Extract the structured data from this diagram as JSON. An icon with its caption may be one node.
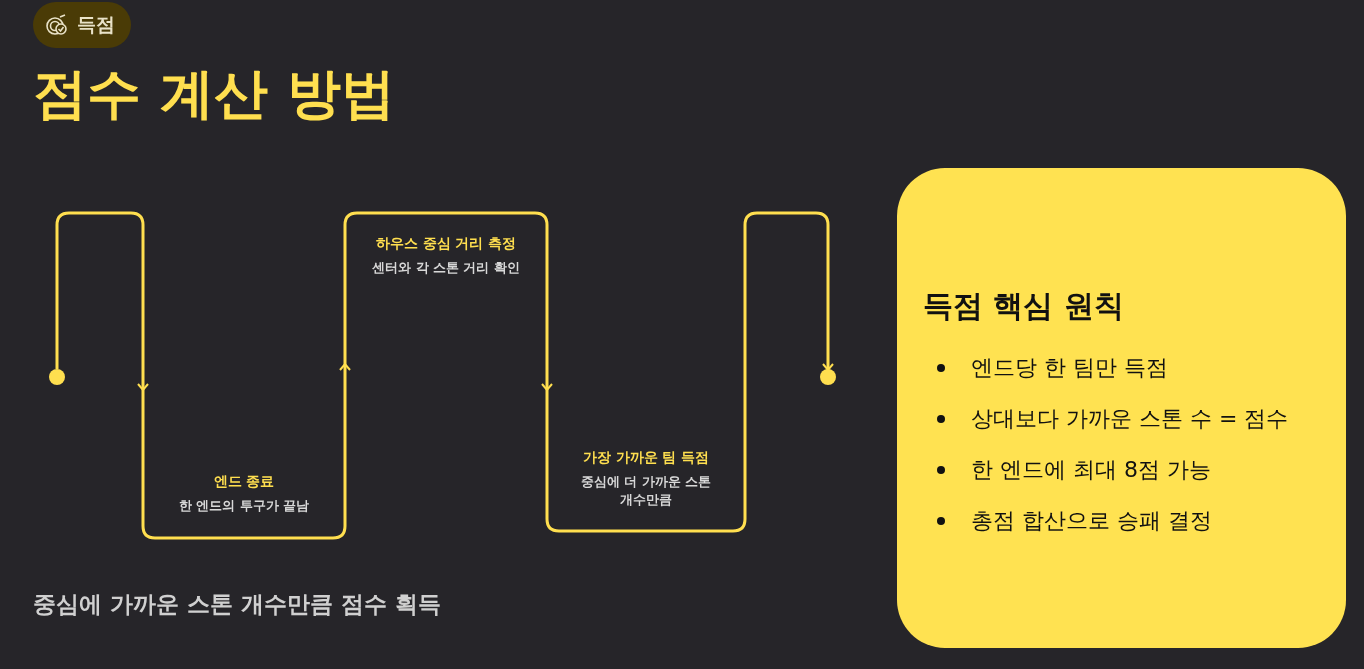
{
  "diagram": {
    "title": "점수 계산 방법",
    "nodes": [
      {
        "text": [
          "득점"
        ]
      },
      {
        "text": [],
        "shape": "circle"
      },
      {
        "text": [
          "엔드 종료",
          "한 엔드의 투구가 끝남"
        ]
      },
      {
        "text": [
          "하우스 중심 거리 측정",
          "센터와 각 스톤 거리 확인"
        ]
      },
      {
        "text": [
          "가장 가까운 팀 득점",
          "중심에 더 가까운 스톤 개수만큼"
        ]
      },
      {
        "text": [],
        "shape": "circle"
      },
      {
        "text": [
          "득점 핵심 원칙",
          "엔드당 한 팀만 득점",
          "상대보다 가까운 스톤 수 = 점수",
          "한 엔드에 최대 8점 가능",
          "총점 합산으로 승패 결정"
        ]
      }
    ],
    "edges": [
      {
        "from": 1,
        "to": 2,
        "arrow": "to"
      },
      {
        "from": 2,
        "to": 3,
        "arrow": "to"
      },
      {
        "from": 3,
        "to": 4,
        "arrow": "to"
      },
      {
        "from": 4,
        "to": 5,
        "arrow": "to"
      }
    ],
    "labels": [
      "중심에 가까운 스톤 개수만큼 점수 획득"
    ]
  }
}
